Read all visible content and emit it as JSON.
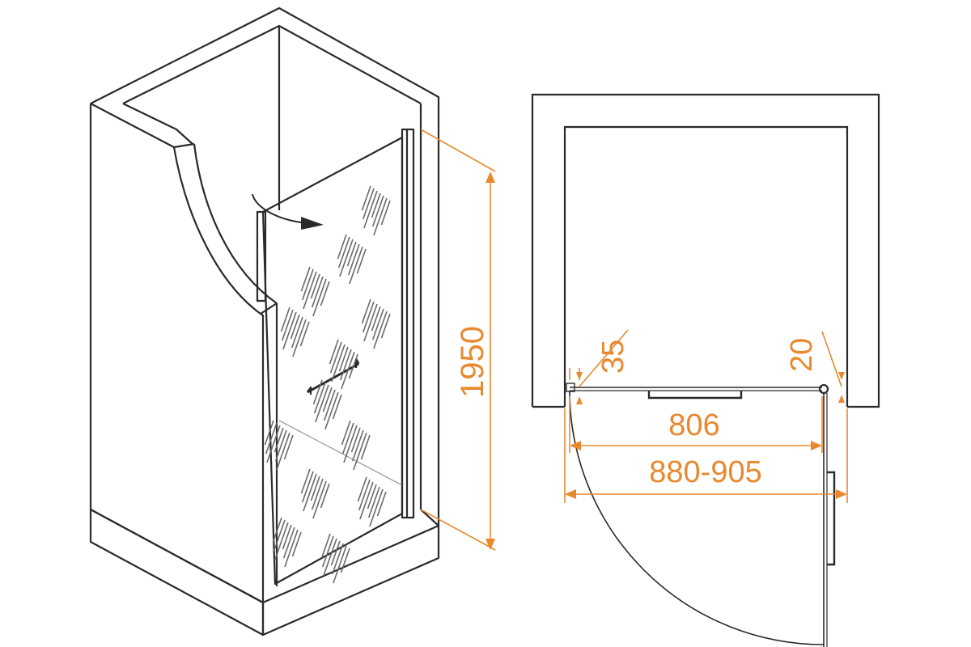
{
  "colors": {
    "outline": "#2a2a2a",
    "dimension": "#e8892e",
    "glass_hatch": "#555555",
    "background": "#ffffff"
  },
  "dimensions": {
    "height": "1950",
    "left_profile": "35",
    "right_profile": "20",
    "door_width": "806",
    "opening_range": "880-905"
  }
}
